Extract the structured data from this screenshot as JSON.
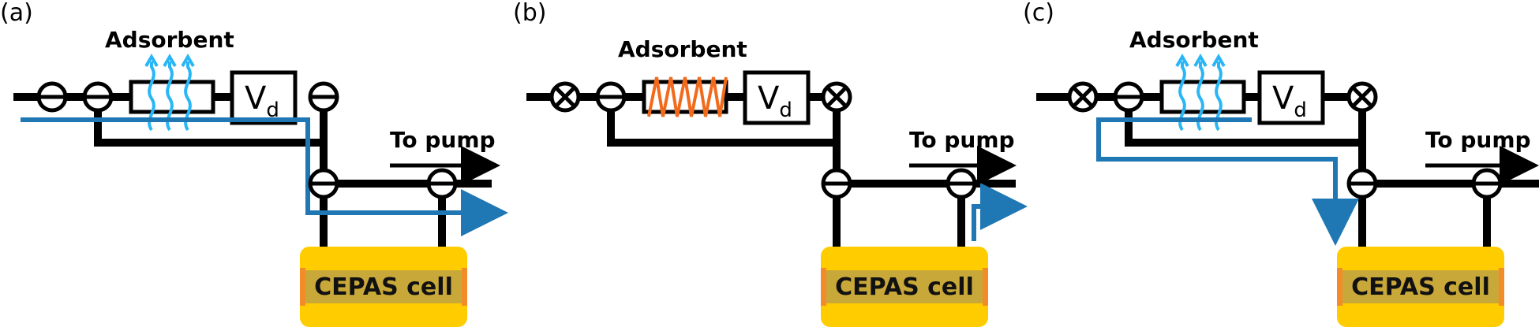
{
  "colors": {
    "line": "#000000",
    "flow": "#1f77b4",
    "heat_waves": "#29b6f6",
    "heater_coil": "#f26b1d",
    "cell_outer": "#ffcc00",
    "cell_inner": "#c9a83a",
    "cell_ends": "#f28c28"
  },
  "panels": [
    {
      "id": "a",
      "label": "(a)",
      "adsorbent_label": "Adsorbent",
      "vd_main": "V",
      "vd_sub": "d",
      "pump_label": "To pump",
      "cell_label": "CEPAS cell",
      "valves": [
        "open",
        "open",
        "open",
        "open",
        "open"
      ],
      "adsorbent_state": "desorbing-heat-waves",
      "flow_path": "through-adsorbent-to-pump"
    },
    {
      "id": "b",
      "label": "(b)",
      "adsorbent_label": "Adsorbent",
      "vd_main": "V",
      "vd_sub": "d",
      "pump_label": "To pump",
      "cell_label": "CEPAS cell",
      "valves": [
        "closed",
        "open",
        "closed",
        "open",
        "open"
      ],
      "adsorbent_state": "heating-coil",
      "flow_path": "cell-to-pump"
    },
    {
      "id": "c",
      "label": "(c)",
      "adsorbent_label": "Adsorbent",
      "vd_main": "V",
      "vd_sub": "d",
      "pump_label": "To pump",
      "cell_label": "CEPAS cell",
      "valves": [
        "closed",
        "open",
        "closed",
        "open",
        "open"
      ],
      "adsorbent_state": "desorbing-heat-waves",
      "flow_path": "adsorbent-into-cell"
    }
  ]
}
